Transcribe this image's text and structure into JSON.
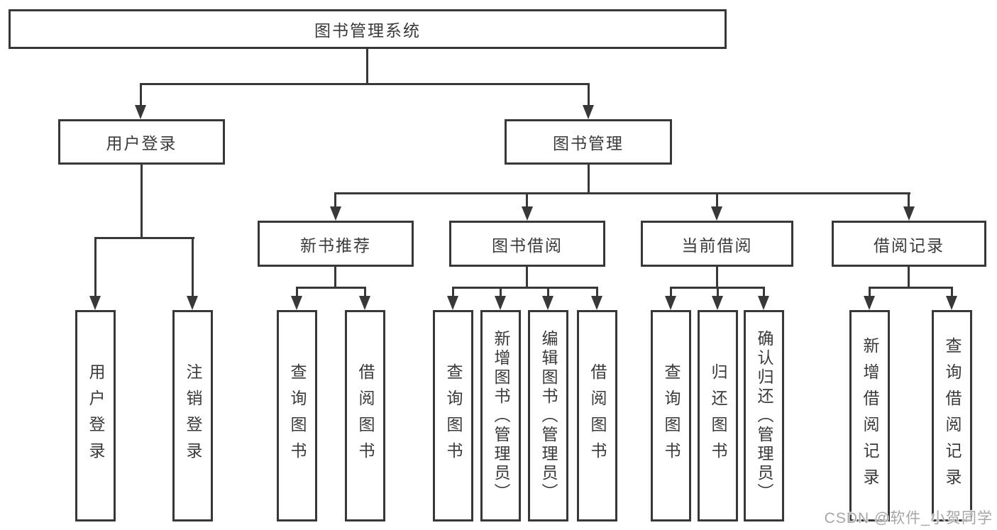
{
  "theme": {
    "line_color": "#383838",
    "text_color": "#3a3a3a",
    "watermark_color": "#a6a6a6"
  },
  "diagram": {
    "root_label": "图书管理系统",
    "branches": [
      {
        "label": "用户登录",
        "children": [
          "用户登录",
          "注销登录"
        ]
      },
      {
        "label": "图书管理",
        "sections": [
          {
            "label": "新书推荐",
            "children": [
              "查询图书",
              "借阅图书"
            ]
          },
          {
            "label": "图书借阅",
            "children": [
              "查询图书",
              "新增图书（管理员）",
              "编辑图书（管理员）",
              "借阅图书"
            ]
          },
          {
            "label": "当前借阅",
            "children": [
              "查询图书",
              "归还图书",
              "确认归还（管理员）"
            ]
          },
          {
            "label": "借阅记录",
            "children": [
              "新增借阅记录",
              "查询借阅记录"
            ]
          }
        ]
      }
    ]
  },
  "watermark": {
    "text": "CSDN @软件_小贺同学"
  }
}
